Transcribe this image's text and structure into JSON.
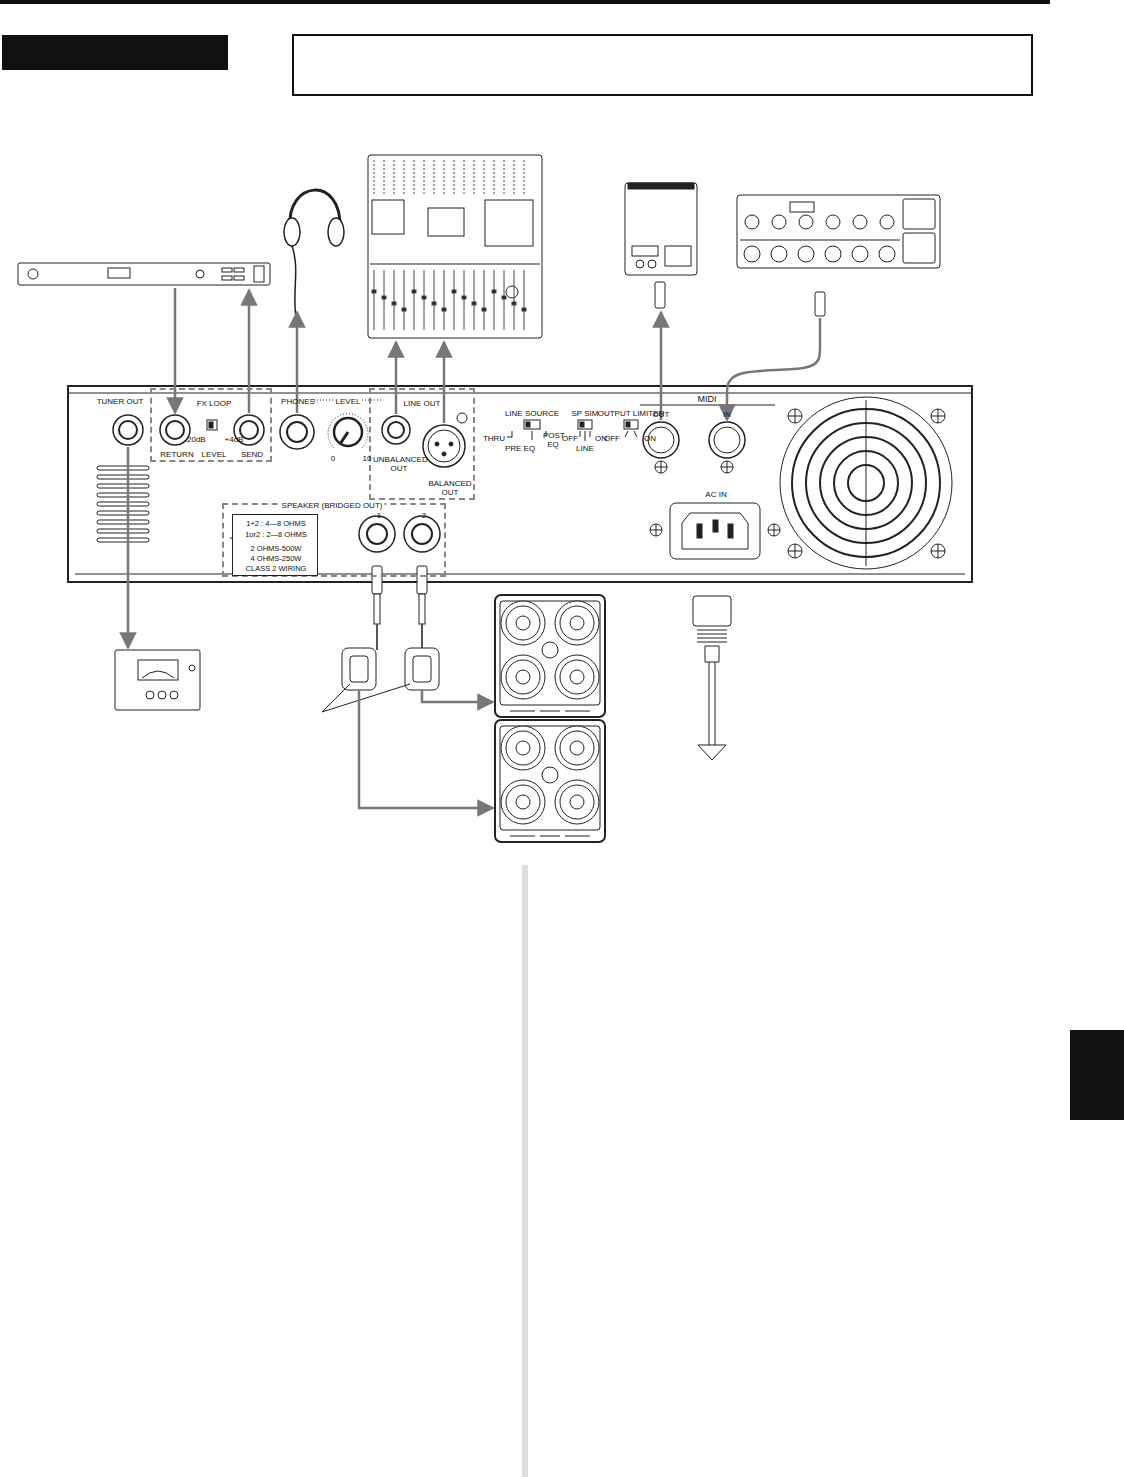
{
  "diagram": {
    "nodes": [
      {
        "text": [
          "FX LOOP",
          "RETURN",
          "-20dB",
          "+4dB",
          "LEVEL",
          "SEND"
        ]
      },
      {
        "text": [
          "LINE OUT",
          "UNBALANCED OUT",
          "BALANCED OUT"
        ]
      },
      {
        "text": [
          "SPEAKER (BRIDGED OUT)",
          "1",
          "2"
        ]
      },
      {
        "text": [
          "1+2 : 4—8 OHMS",
          "1or2 : 2—8 OHMS",
          "2 OHMS-500W",
          "4 OHMS-250W",
          "CLASS 2 WIRING"
        ],
        "in": 2
      }
    ],
    "labels": [
      "TUNER OUT",
      "PHONES",
      "LEVEL",
      "0",
      "10",
      "LINE SOURCE",
      "THRU",
      "PRE EQ",
      "POST EQ",
      "SP SIM",
      "OFF",
      "ON",
      "LINE",
      "OUTPUT LIMITER",
      "OFF",
      "ON",
      "MIDI",
      "OUT",
      "IN",
      "AC IN"
    ]
  }
}
